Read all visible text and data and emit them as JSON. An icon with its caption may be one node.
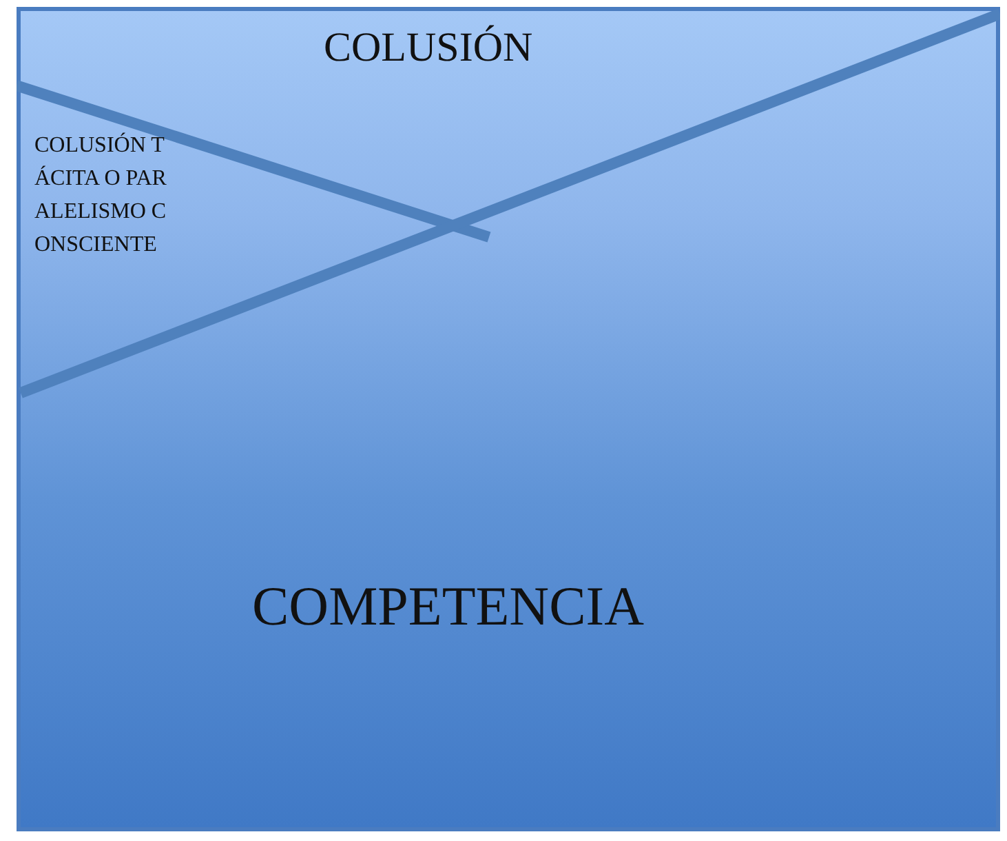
{
  "diagram": {
    "nodes": [
      {
        "text": [
          "COMPETENCIA"
        ]
      },
      {
        "text": [
          "COLUSIÓN"
        ],
        "in": 0
      },
      {
        "text": [
          "COLUSIÓN TÁCITA O PARALELISMO CONSCIENTE"
        ],
        "in": 0
      }
    ],
    "edges": []
  }
}
